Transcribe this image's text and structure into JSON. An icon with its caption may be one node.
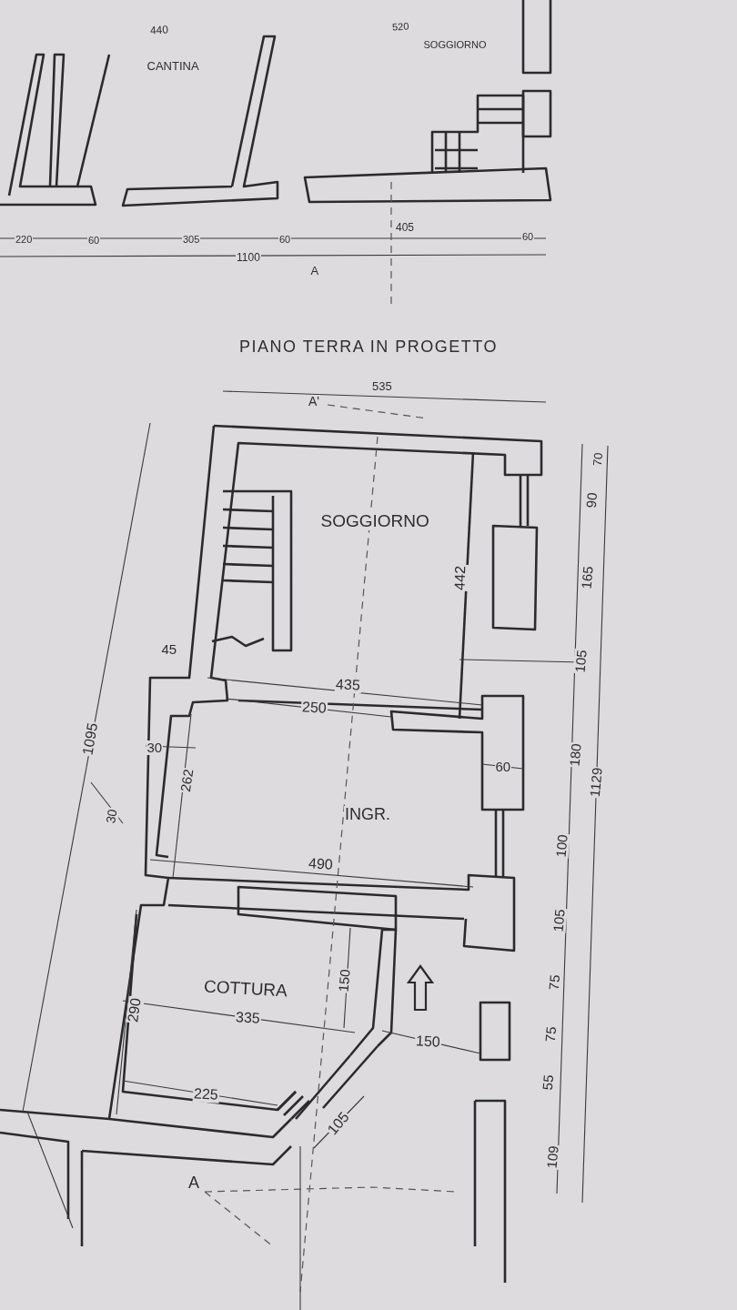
{
  "diagram": {
    "title": "PIANO TERRA IN PROGETTO",
    "labels": [
      "440",
      "520",
      "CANTINA",
      "SOGGIORNO",
      "220",
      "60",
      "305",
      "60",
      "405",
      "60",
      "1100",
      "A",
      "A'",
      "535",
      "SOGGIORNO",
      "442",
      "45",
      "435",
      "250",
      "70",
      "90",
      "165",
      "105",
      "180",
      "1129",
      "1095",
      "30",
      "60",
      "30",
      "262",
      "INGR.",
      "100",
      "490",
      "105",
      "COTTURA",
      "150",
      "75",
      "75",
      "335",
      "290",
      "150",
      "55",
      "225",
      "105",
      "109",
      "A"
    ]
  }
}
